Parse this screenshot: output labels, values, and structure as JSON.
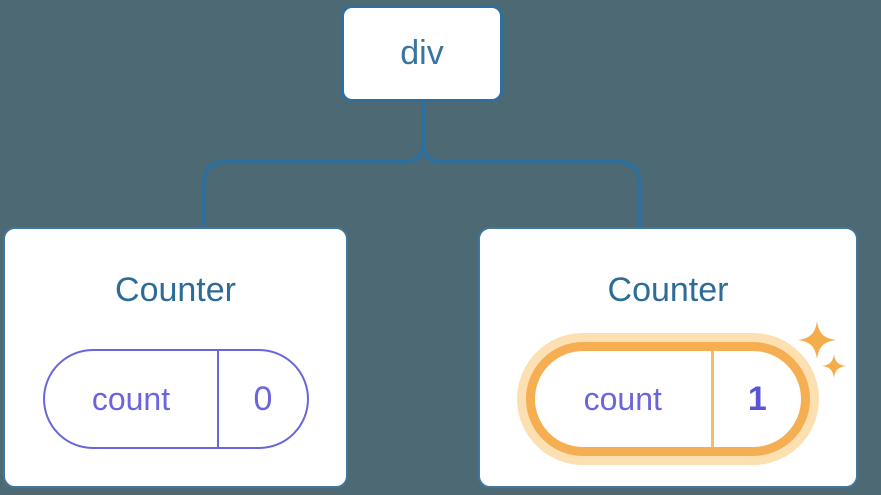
{
  "diagram": {
    "description": "Component tree: a div root element with two Counter children, each holding a count state pill; the second Counter's state is highlighted as updated",
    "tree": {
      "root": {
        "label": "div"
      },
      "children": [
        {
          "title": "Counter",
          "state": {
            "name": "count",
            "value": "0"
          },
          "highlighted": false
        },
        {
          "title": "Counter",
          "state": {
            "name": "count",
            "value": "1"
          },
          "highlighted": true
        }
      ]
    },
    "icons": {
      "sparkle_large": "sparkle-icon",
      "sparkle_small": "sparkle-icon"
    },
    "colors": {
      "background": "#4d6973",
      "node_border_blue": "#2f6f9e",
      "connector_blue": "#2f6f9e",
      "title_blue": "#2c6c96",
      "state_purple": "#6966db",
      "updated_value_purple": "#5a54d6",
      "highlight_orange": "#f6ae52",
      "highlight_outer_ring": "#fce0b2",
      "card_background": "#ffffff"
    }
  }
}
